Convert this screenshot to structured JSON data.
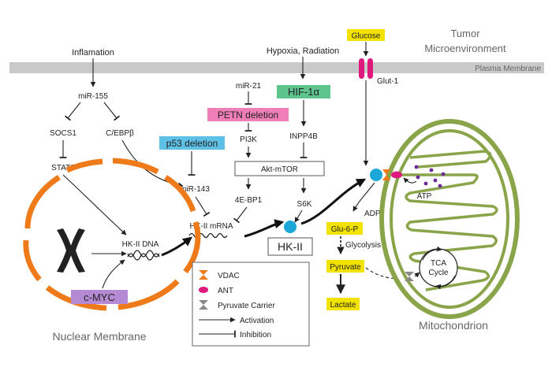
{
  "environment": {
    "tumor_micro_line1": "Tumor",
    "tumor_micro_line2": "Microenvironment",
    "plasma_membrane": "Plasma Membrane",
    "glucose": "Glucose",
    "glut1": "Glut-1"
  },
  "left_pathway": {
    "inflamation": "Inflamation",
    "mir155": "miR-155",
    "socs1": "SOCS1",
    "cebpb": "C/EBPβ",
    "stat3": "STAT3",
    "p53_deletion": "p53 deletion",
    "mir143": "miR-143"
  },
  "middle_pathway": {
    "hypoxia": "Hypoxia, Radiation",
    "mir21": "miR-21",
    "petn_deletion": "PETN deletion",
    "hif1a": "HIF-1α",
    "pi3k": "PI3K",
    "inpp4b": "INPP4B",
    "akt_mtor": "Akt-mTOR",
    "ebp1": "4E-BP1",
    "s6k": "S6K",
    "hk2_mrna": "HK-II mRNA",
    "hk2": "HK-II"
  },
  "nucleus": {
    "hk2_dna": "HK-II DNA",
    "cmyc": "c-MYC",
    "nuclear_membrane": "Nuclear Membrane"
  },
  "glycolysis": {
    "adp": "ADP",
    "glu6p": "Glu-6-P",
    "glycolysis": "Glycolysis",
    "pyruvate": "Pyruvate",
    "lactate": "Lactate"
  },
  "mitochondrion": {
    "atp": "ATP",
    "tca_line1": "TCA",
    "tca_line2": "Cycle",
    "label": "Mitochondrion"
  },
  "legend": {
    "vdac": "VDAC",
    "ant": "ANT",
    "pyruvate_carrier": "Pyruvate Carrier",
    "activation": "Activation",
    "inhibition": "Inhibition"
  },
  "colors": {
    "nuclear_orange": "#ef7a1a",
    "mito_green": "#8aa44a",
    "hif_green": "#5cc48c",
    "petn_pink": "#f07fb8",
    "p53_blue": "#5fc0e6",
    "cmyc_purple": "#b58ad4",
    "glucose_yellow": "#f2e200",
    "hk2_cyan": "#1ba8d8",
    "ant_magenta": "#e0197d",
    "atp_purple": "#6a2a9a"
  }
}
